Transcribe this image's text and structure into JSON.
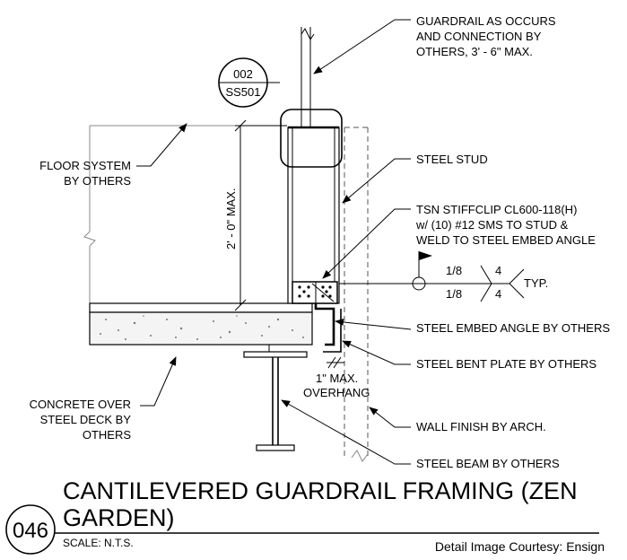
{
  "callouts": {
    "guardrail": [
      "GUARDRAIL AS OCCURS",
      "AND CONNECTION BY",
      "OTHERS, 3' - 6\" MAX."
    ],
    "steel_stud": [
      "STEEL STUD"
    ],
    "stiffclip": [
      "TSN STIFFCLIP CL600-118(H)",
      "w/ (10) #12 SMS TO STUD &",
      "WELD TO STEEL EMBED ANGLE"
    ],
    "embed_angle": [
      "STEEL EMBED ANGLE BY OTHERS"
    ],
    "bent_plate": [
      "STEEL BENT PLATE BY OTHERS"
    ],
    "wall_finish": [
      "WALL FINISH BY ARCH."
    ],
    "steel_beam": [
      "STEEL BEAM BY OTHERS"
    ],
    "floor_system": [
      "FLOOR SYSTEM",
      "BY OTHERS"
    ],
    "concrete": [
      "CONCRETE OVER",
      "STEEL DECK BY",
      "OTHERS"
    ]
  },
  "section_tag": {
    "top": "002",
    "bottom": "SS501"
  },
  "dimension": {
    "height": "2' - 0\" MAX.",
    "overhang": [
      "1\" MAX.",
      "OVERHANG"
    ]
  },
  "weld": {
    "size_top": "1/8",
    "length_top": "4",
    "size_bottom": "1/8",
    "length_bottom": "4",
    "note": "TYP."
  },
  "title_block": {
    "number": "046",
    "title_line1": "CANTILEVERED GUARDRAIL FRAMING (ZEN",
    "title_line2": "GARDEN)",
    "scale": "SCALE:  N.T.S.",
    "credit": "Detail Image Courtesy: Ensign"
  }
}
